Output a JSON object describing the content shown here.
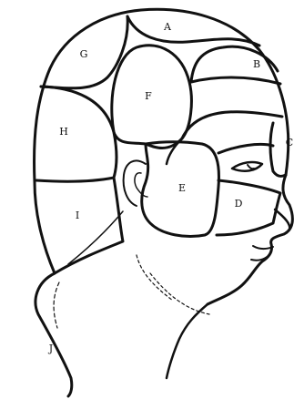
{
  "diagram": {
    "ink_color": "#111111",
    "background": "#ffffff",
    "regions": [
      {
        "id": "A",
        "label": "A"
      },
      {
        "id": "B",
        "label": "B"
      },
      {
        "id": "C",
        "label": "C"
      },
      {
        "id": "D",
        "label": "D"
      },
      {
        "id": "E",
        "label": "E"
      },
      {
        "id": "F",
        "label": "F"
      },
      {
        "id": "G",
        "label": "G"
      },
      {
        "id": "H",
        "label": "H"
      },
      {
        "id": "I",
        "label": "I"
      },
      {
        "id": "J",
        "label": "J"
      }
    ]
  }
}
